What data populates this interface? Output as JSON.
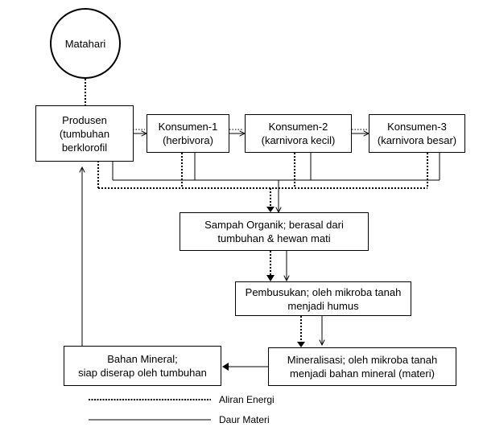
{
  "diagram": {
    "sun": "Matahari",
    "produsen": "Produsen\n(tumbuhan\nberklorofil",
    "konsumen1": "Konsumen-1\n(herbivora)",
    "konsumen2": "Konsumen-2\n(karnivora kecil)",
    "konsumen3": "Konsumen-3\n(karnivora besar)",
    "sampah": "Sampah Organik; berasal dari\ntumbuhan & hewan mati",
    "pembusukan": "Pembusukan; oleh mikroba tanah\nmenjadi humus",
    "mineralisasi": "Mineralisasi; oleh mikroba tanah\nmenjadi bahan mineral (materi)",
    "bahan_mineral": "Bahan Mineral;\nsiap diserap oleh tumbuhan"
  },
  "legend": {
    "energy": "Aliran Energi",
    "matter": "Daur Materi"
  }
}
